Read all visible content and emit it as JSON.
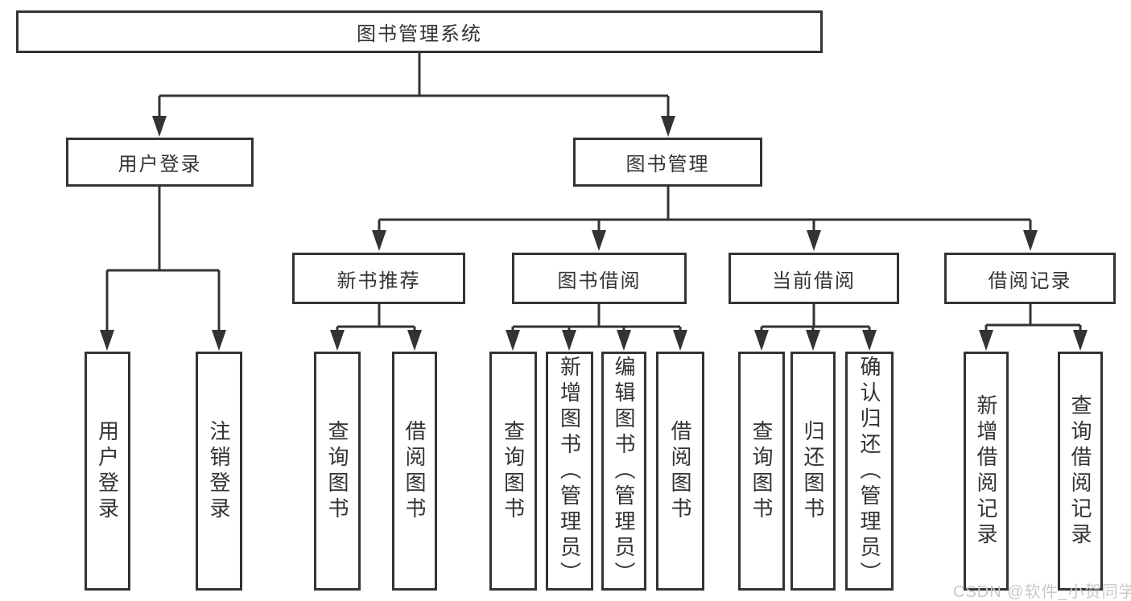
{
  "tree": {
    "root": {
      "label": "图书管理系统",
      "children": [
        {
          "label": "用户登录",
          "children": [
            {
              "label": "用户登录"
            },
            {
              "label": "注销登录"
            }
          ]
        },
        {
          "label": "图书管理",
          "children": [
            {
              "label": "新书推荐",
              "children": [
                {
                  "label": "查询图书"
                },
                {
                  "label": "借阅图书"
                }
              ]
            },
            {
              "label": "图书借阅",
              "children": [
                {
                  "label": "查询图书"
                },
                {
                  "label": "新增图书（管理员）"
                },
                {
                  "label": "编辑图书（管理员）"
                },
                {
                  "label": "借阅图书"
                }
              ]
            },
            {
              "label": "当前借阅",
              "children": [
                {
                  "label": "查询图书"
                },
                {
                  "label": "归还图书"
                },
                {
                  "label": "确认归还（管理员）"
                }
              ]
            },
            {
              "label": "借阅记录",
              "children": [
                {
                  "label": "新增借阅记录"
                },
                {
                  "label": "查询借阅记录"
                }
              ]
            }
          ]
        }
      ]
    }
  },
  "watermark": "CSDN @软件_小贺同学",
  "colors": {
    "line": "#333333",
    "text": "#333333",
    "box_background": "#ffffff",
    "page_background": "#ffffff",
    "watermark": "#c9c9c9"
  }
}
